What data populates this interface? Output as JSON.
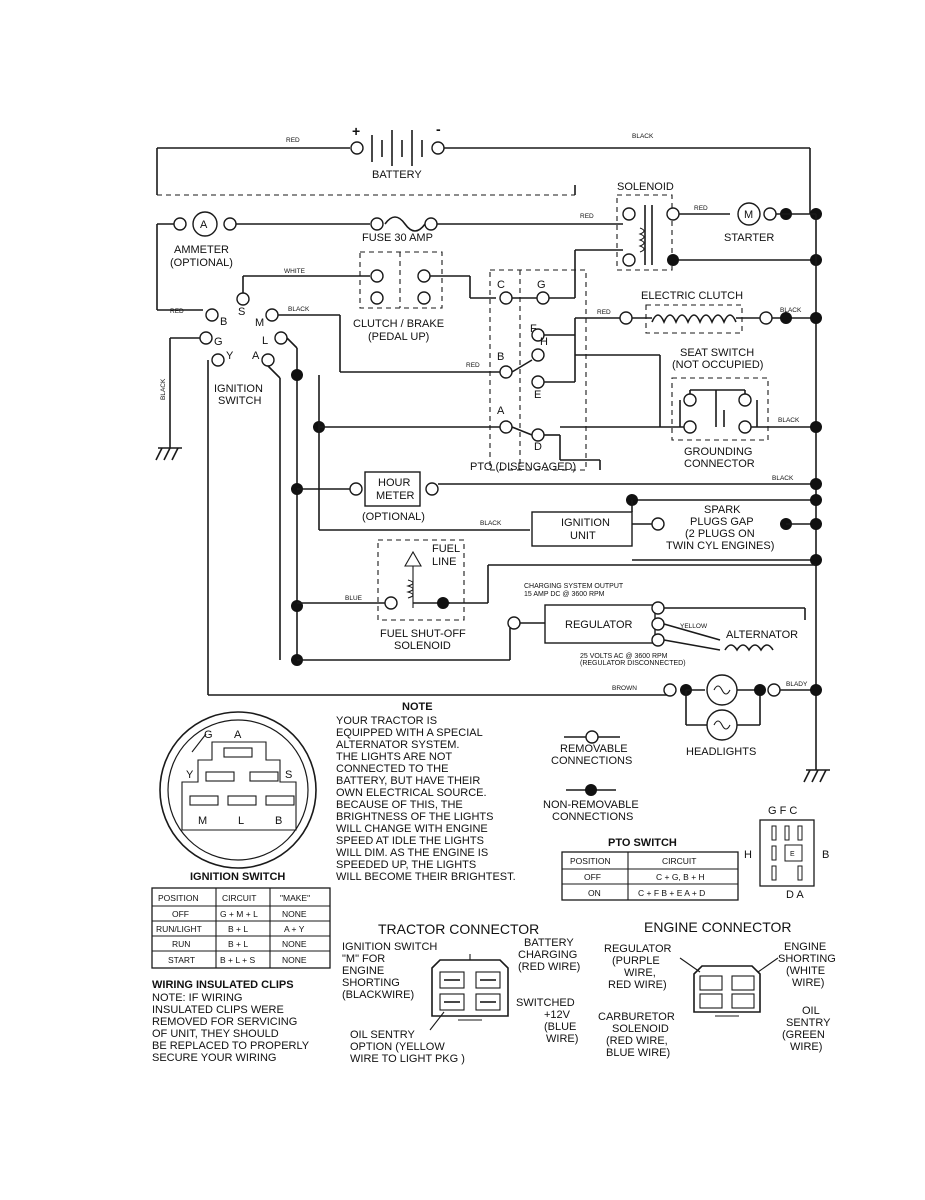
{
  "battery": {
    "label": "BATTERY",
    "plus": "+",
    "minus": "-"
  },
  "wires": {
    "red": "RED",
    "black": "BLACK",
    "white": "WHITE",
    "blue": "BLUE",
    "brown": "BROWN",
    "yellow": "YELLOW",
    "blady": "BLADY"
  },
  "components": {
    "solenoid": "SOLENOID",
    "starter": "STARTER",
    "starter_symbol": "M",
    "ammeter": [
      "AMMETER",
      "(OPTIONAL)"
    ],
    "ammeter_symbol": "A",
    "fuse": "FUSE 30 AMP",
    "clutch_brake": [
      "CLUTCH / BRAKE",
      "(PEDAL UP)"
    ],
    "electric_clutch": "ELECTRIC CLUTCH",
    "seat_switch": [
      "SEAT SWITCH",
      "(NOT OCCUPIED)"
    ],
    "grounding_connector": [
      "GROUNDING",
      "CONNECTOR"
    ],
    "ignition_switch": [
      "IGNITION",
      "SWITCH"
    ],
    "pto": "PTO (DISENGAGED)",
    "hour_meter": [
      "HOUR",
      "METER"
    ],
    "hour_meter_optional": "(OPTIONAL)",
    "ignition_unit": [
      "IGNITION",
      "UNIT"
    ],
    "spark_plugs": [
      "SPARK",
      "PLUGS GAP",
      "(2 PLUGS ON",
      "TWIN CYL ENGINES)"
    ],
    "fuel_line": [
      "FUEL",
      "LINE"
    ],
    "fuel_shutoff": [
      "FUEL SHUT-OFF",
      "SOLENOID"
    ],
    "charging_output": [
      "CHARGING SYSTEM OUTPUT",
      "15 AMP DC @ 3600 RPM"
    ],
    "regulator": "REGULATOR",
    "alternator": "ALTERNATOR",
    "ac_output": [
      "25 VOLTS AC @ 3600 RPM",
      "(REGULATOR DISCONNECTED)"
    ],
    "headlights": "HEADLIGHTS"
  },
  "switch_terminals": {
    "ignition": [
      "B",
      "S",
      "M",
      "G",
      "L",
      "Y",
      "A"
    ],
    "pto": [
      "C",
      "G",
      "F",
      "H",
      "B",
      "E",
      "A",
      "D"
    ]
  },
  "note": {
    "title": "NOTE",
    "lines": [
      "YOUR TRACTOR IS",
      "EQUIPPED WITH A SPECIAL",
      "ALTERNATOR SYSTEM.",
      "THE LIGHTS ARE NOT",
      "CONNECTED TO THE",
      "BATTERY, BUT HAVE THEIR",
      "OWN ELECTRICAL SOURCE.",
      "BECAUSE OF THIS, THE",
      "BRIGHTNESS OF THE LIGHTS",
      "WILL CHANGE WITH ENGINE",
      "SPEED   AT IDLE THE LIGHTS",
      "WILL DIM.  AS THE ENGINE IS",
      "SPEEDED UP, THE LIGHTS",
      "WILL BECOME THEIR BRIGHTEST."
    ]
  },
  "legend": {
    "removable": [
      "REMOVABLE",
      "CONNECTIONS"
    ],
    "non_removable": [
      "NON-REMOVABLE",
      "CONNECTIONS"
    ]
  },
  "ignition_face": {
    "letters": [
      "G",
      "A",
      "Y",
      "S",
      "M",
      "L",
      "B"
    ]
  },
  "ignition_table": {
    "title": "IGNITION SWITCH",
    "headers": [
      "POSITION",
      "CIRCUIT",
      "\"MAKE\""
    ],
    "rows": [
      [
        "OFF",
        "G + M + L",
        "NONE"
      ],
      [
        "RUN/LIGHT",
        "B + L",
        "A + Y"
      ],
      [
        "RUN",
        "B + L",
        "NONE"
      ],
      [
        "START",
        "B + L + S",
        "NONE"
      ]
    ]
  },
  "pto_table": {
    "title": "PTO SWITCH",
    "headers": [
      "POSITION",
      "CIRCUIT"
    ],
    "rows": [
      [
        "OFF",
        "C + G, B + H"
      ],
      [
        "ON",
        "C + F  B + E  A + D"
      ]
    ]
  },
  "pto_face": {
    "top": "G F C",
    "left": "H",
    "right": "B",
    "bottom": "D  A",
    "center": "E"
  },
  "clips": {
    "title": "WIRING INSULATED CLIPS",
    "lines": [
      "NOTE: IF WIRING",
      "INSULATED CLIPS WERE",
      "REMOVED FOR SERVICING",
      "OF UNIT, THEY SHOULD",
      "BE REPLACED TO PROPERLY",
      "SECURE YOUR WIRING"
    ]
  },
  "tractor_connector": {
    "title": "TRACTOR CONNECTOR",
    "ignition": [
      "IGNITION SWITCH",
      "\"M\" FOR",
      "ENGINE",
      "SHORTING",
      "(BLACKWIRE)"
    ],
    "battery": [
      "BATTERY",
      "CHARGING",
      "(RED WIRE)"
    ],
    "switched": [
      "SWITCHED",
      "+12V",
      "(BLUE",
      "WIRE)"
    ],
    "oil": [
      "OIL SENTRY",
      "OPTION (YELLOW",
      "WIRE TO LIGHT PKG )"
    ]
  },
  "engine_connector": {
    "title": "ENGINE CONNECTOR",
    "regulator": [
      "REGULATOR",
      "(PURPLE",
      "WIRE,",
      "RED WIRE)"
    ],
    "shorting": [
      "ENGINE",
      "SHORTING",
      "(WHITE",
      "WIRE)"
    ],
    "carburetor": [
      "CARBURETOR",
      "SOLENOID",
      "(RED WIRE,",
      "BLUE WIRE)"
    ],
    "oil": [
      "OIL",
      "SENTRY",
      "(GREEN",
      "WIRE)"
    ]
  }
}
